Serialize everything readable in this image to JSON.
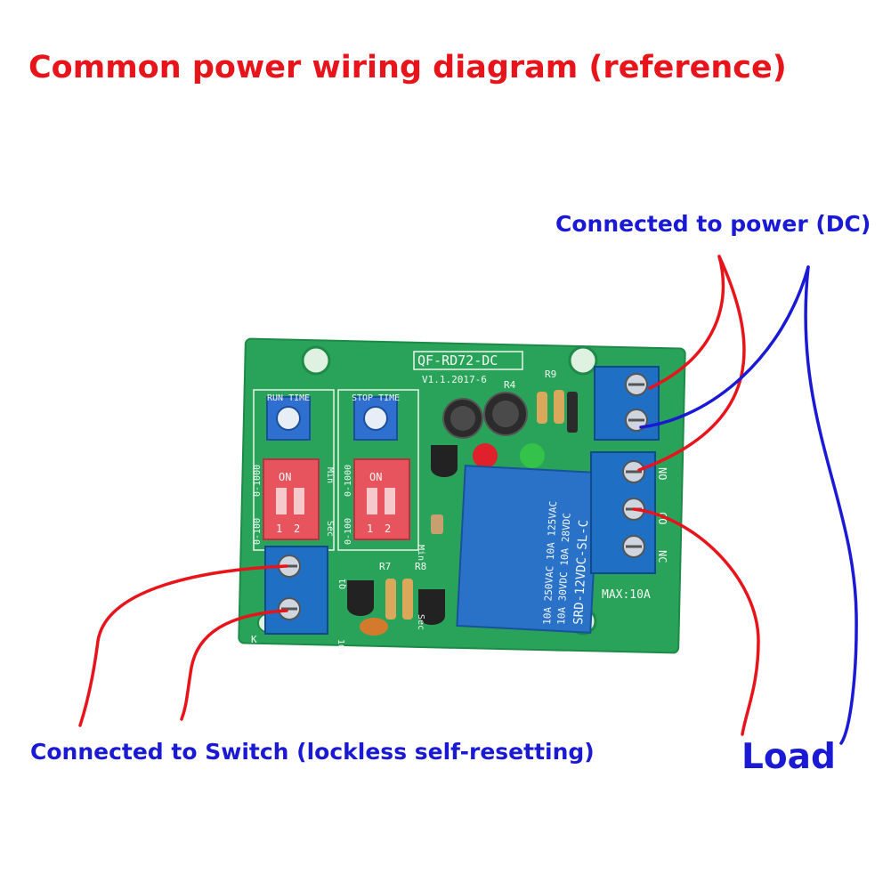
{
  "title": "Common power wiring diagram (reference)",
  "labels": {
    "power": "Connected to power (DC)",
    "switch": "Connected to Switch (lockless self-resetting)",
    "load": "Load"
  },
  "board": {
    "model": "QF-RD72-DC",
    "version": "V1.1.2017-6",
    "run_time": "RUN TIME",
    "stop_time": "STOP TIME",
    "dip_on": "ON",
    "dip_1": "1",
    "dip_2": "2",
    "range_a": "0-1000",
    "range_b": "0-100",
    "unit_a": "Min",
    "unit_b": "Sec",
    "relay_line1": "10A 250VAC 10A 125VAC",
    "relay_line2": "10A 30VDC 10A 28VDC",
    "relay_model": "SRD-12VDC-SL-C",
    "max_rating": "MAX:10A",
    "term_no": "NO",
    "term_co": "CO",
    "term_nc": "NC",
    "r9": "R9",
    "r4": "R4",
    "r7": "R7",
    "r8": "R8",
    "q1": "Q1",
    "cap_104": "104",
    "k": "K"
  },
  "colors": {
    "title": "#e8141b",
    "label": "#1a1ad4",
    "wire_red": "#e8141b",
    "wire_blue": "#1a1ad4",
    "pcb": "#2aa35a",
    "terminal": "#1f6fc4",
    "relay": "#2a72c8",
    "dip": "#e8545e"
  }
}
